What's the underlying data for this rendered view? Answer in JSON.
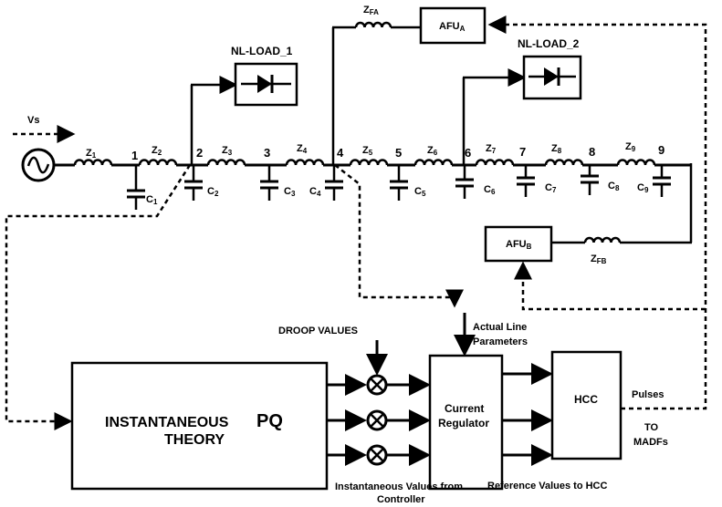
{
  "source_label": "Vs",
  "line": {
    "impedances": [
      "1",
      "2",
      "3",
      "4",
      "5",
      "6",
      "7",
      "8",
      "9"
    ],
    "nodes": [
      "1",
      "2",
      "3",
      "4",
      "5",
      "6",
      "7",
      "8",
      "9"
    ],
    "capacitor_subs": [
      "1",
      "2",
      "3",
      "4",
      "5",
      "6",
      "7",
      "8",
      "9"
    ]
  },
  "loads": {
    "nl1": "NL-LOAD_1",
    "nl2": "NL-LOAD_2"
  },
  "afu_a": {
    "main": "AFU",
    "sub": "A"
  },
  "afu_b": {
    "main": "AFU",
    "sub": "B"
  },
  "z_fa": {
    "main": "Z",
    "sub": "FA"
  },
  "z_fb": {
    "main": "Z",
    "sub": "FB"
  },
  "controller": {
    "pq_line1": "INSTANTANEOUS",
    "pq_big": "PQ",
    "pq_line2": "THEORY",
    "current_regulator_1": "Current",
    "current_regulator_2": "Regulator",
    "hcc": "HCC",
    "droop": "DROOP VALUES",
    "actual_1": "Actual Line",
    "actual_2": "Parameters",
    "pulses": "Pulses",
    "to_1": "TO",
    "to_2": "MADFs",
    "inst_1": "Instantaneous Values from",
    "inst_2": "Controller",
    "ref": "Reference Values to HCC"
  }
}
